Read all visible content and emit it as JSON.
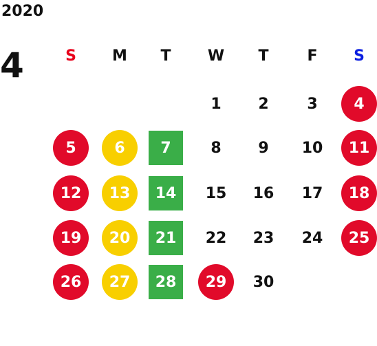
{
  "year": "2020",
  "month": "4",
  "colors": {
    "sunday_header": "#e8001a",
    "saturday_header": "#0a1ee0",
    "holiday_red": "#e10a2a",
    "monday_yellow": "#f8cf00",
    "tuesday_green": "#3aae48",
    "text": "#111111"
  },
  "weekdays": [
    {
      "label": "S",
      "color": "#e8001a"
    },
    {
      "label": "M",
      "color": "#111111"
    },
    {
      "label": "T",
      "color": "#111111"
    },
    {
      "label": "W",
      "color": "#111111"
    },
    {
      "label": "T",
      "color": "#111111"
    },
    {
      "label": "F",
      "color": "#111111"
    },
    {
      "label": "S",
      "color": "#0a1ee0"
    }
  ],
  "weeks": [
    [
      null,
      null,
      null,
      {
        "day": "1"
      },
      {
        "day": "2"
      },
      {
        "day": "3"
      },
      {
        "day": "4",
        "mark": "circle",
        "color": "#e10a2a"
      }
    ],
    [
      {
        "day": "5",
        "mark": "circle",
        "color": "#e10a2a"
      },
      {
        "day": "6",
        "mark": "circle",
        "color": "#f8cf00"
      },
      {
        "day": "7",
        "mark": "square",
        "color": "#3aae48"
      },
      {
        "day": "8"
      },
      {
        "day": "9"
      },
      {
        "day": "10"
      },
      {
        "day": "11",
        "mark": "circle",
        "color": "#e10a2a"
      }
    ],
    [
      {
        "day": "12",
        "mark": "circle",
        "color": "#e10a2a"
      },
      {
        "day": "13",
        "mark": "circle",
        "color": "#f8cf00"
      },
      {
        "day": "14",
        "mark": "square",
        "color": "#3aae48"
      },
      {
        "day": "15"
      },
      {
        "day": "16"
      },
      {
        "day": "17"
      },
      {
        "day": "18",
        "mark": "circle",
        "color": "#e10a2a"
      }
    ],
    [
      {
        "day": "19",
        "mark": "circle",
        "color": "#e10a2a"
      },
      {
        "day": "20",
        "mark": "circle",
        "color": "#f8cf00"
      },
      {
        "day": "21",
        "mark": "square",
        "color": "#3aae48"
      },
      {
        "day": "22"
      },
      {
        "day": "23"
      },
      {
        "day": "24"
      },
      {
        "day": "25",
        "mark": "circle",
        "color": "#e10a2a"
      }
    ],
    [
      {
        "day": "26",
        "mark": "circle",
        "color": "#e10a2a"
      },
      {
        "day": "27",
        "mark": "circle",
        "color": "#f8cf00"
      },
      {
        "day": "28",
        "mark": "square",
        "color": "#3aae48"
      },
      {
        "day": "29",
        "mark": "circle",
        "color": "#e10a2a"
      },
      {
        "day": "30"
      },
      null,
      null
    ]
  ]
}
